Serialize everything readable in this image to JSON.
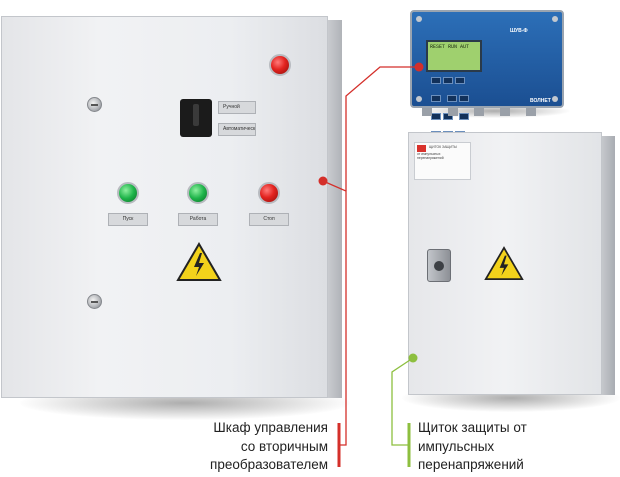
{
  "colors": {
    "accent_red": "#d42f2a",
    "accent_green": "#8dbf3f",
    "controller_blue": "#2463a8"
  },
  "cabinet": {
    "plates": {
      "mode_manual": "Ручной",
      "mode_auto": "Автоматический",
      "btn_start": "Пуск",
      "btn_work": "Работа",
      "btn_stop": "Стоп"
    }
  },
  "controller": {
    "display": "RESET RUN AUT",
    "brand": "ШУВ-Ф",
    "logo": "ВОЛНЕТ"
  },
  "panel": {
    "card_lines": [
      "ЩИТОК ЗАЩИТЫ",
      "от импульсных",
      "перенапряжений"
    ]
  },
  "captions": {
    "left": [
      "Шкаф управления",
      "со вторичным",
      "преобразователем"
    ],
    "right": [
      "Щиток защиты от",
      "импульсных",
      "перенапряжений"
    ]
  },
  "icons": [
    "warning-triangle-icon",
    "lock-icon",
    "indicator-lamp-icon",
    "key-icon"
  ]
}
